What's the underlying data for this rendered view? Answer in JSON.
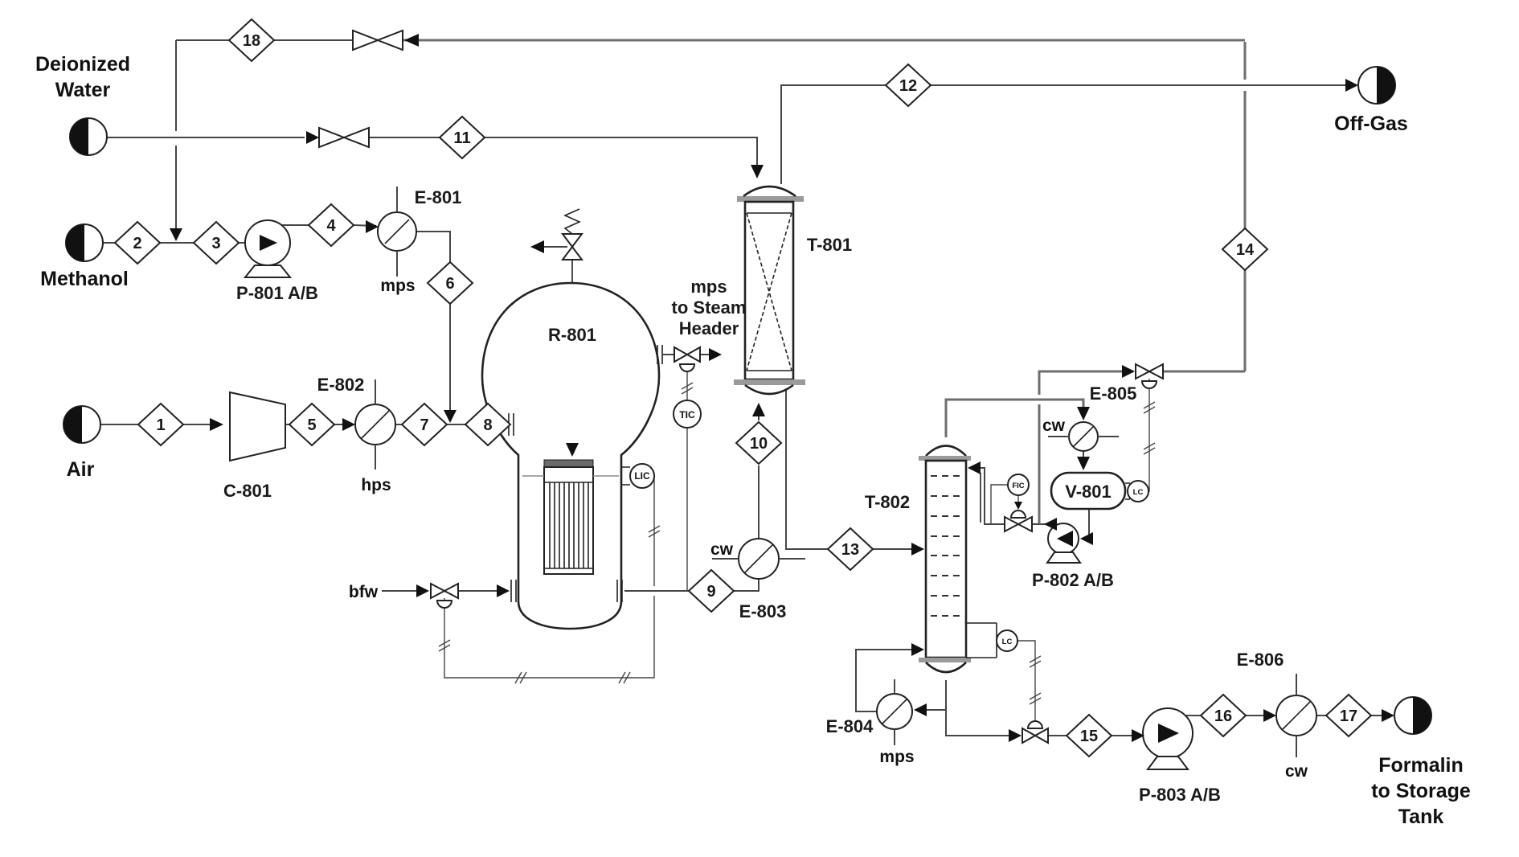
{
  "feeds": {
    "deionized_water_1": "Deionized",
    "deionized_water_2": "Water",
    "methanol": "Methanol",
    "air": "Air"
  },
  "products": {
    "off_gas": "Off-Gas",
    "formalin_1": "Formalin",
    "formalin_2": "to Storage",
    "formalin_3": "Tank"
  },
  "equipment": {
    "c801": "C-801",
    "p801": "P-801 A/B",
    "e801": "E-801",
    "e802": "E-802",
    "r801": "R-801",
    "t801": "T-801",
    "e803": "E-803",
    "t802": "T-802",
    "e804": "E-804",
    "e805": "E-805",
    "v801": "V-801",
    "p802": "P-802 A/B",
    "p803": "P-803 A/B",
    "e806": "E-806"
  },
  "utilities": {
    "e801_mps": "mps",
    "e802_hps": "hps",
    "bfw": "bfw",
    "e803_cw": "cw",
    "e804_mps": "mps",
    "e805_cw": "cw",
    "e806_cw": "cw",
    "steam_header_1": "mps",
    "steam_header_2": "to Steam",
    "steam_header_3": "Header"
  },
  "instruments": {
    "r801_lic": "LIC",
    "r801_tic": "TIC",
    "t802_fic": "FIC",
    "v801_lc": "LC",
    "t802_lc": "LC"
  },
  "streams": {
    "s1": "1",
    "s2": "2",
    "s3": "3",
    "s4": "4",
    "s5": "5",
    "s6": "6",
    "s7": "7",
    "s8": "8",
    "s9": "9",
    "s10": "10",
    "s11": "11",
    "s12": "12",
    "s13": "13",
    "s14": "14",
    "s15": "15",
    "s16": "16",
    "s17": "17",
    "s18": "18"
  }
}
